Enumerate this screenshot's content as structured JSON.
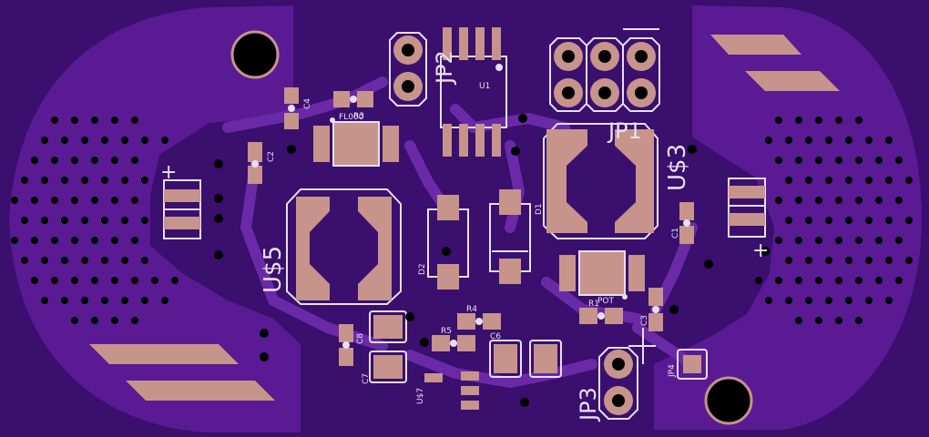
{
  "colors": {
    "background": "#3a0f6e",
    "copper_pour": "#5a1a94",
    "trace": "#6a2aa8",
    "pad": "#c6948a",
    "pad_edge": "#e8d4ee",
    "silkscreen": "#e8e0f2",
    "hole": "#000000"
  },
  "labels": {
    "jp2": "JP2",
    "jp1": "JP1",
    "jp3": "JP3",
    "jp4": "JP4",
    "u1": "U1",
    "us3": "U$3",
    "us5": "U$5",
    "us7": "U$7",
    "fl": "FL000",
    "r3": "R3",
    "c4": "C4",
    "c2": "C2",
    "c1": "C1",
    "c3": "C3",
    "c6": "C6",
    "c7": "C7",
    "c8": "C8",
    "d1": "D1",
    "d2": "D2",
    "r4": "R4",
    "r5": "R5",
    "r1": "R1",
    "pot": "POT",
    "plus_left": "+",
    "plus_right": "+"
  }
}
